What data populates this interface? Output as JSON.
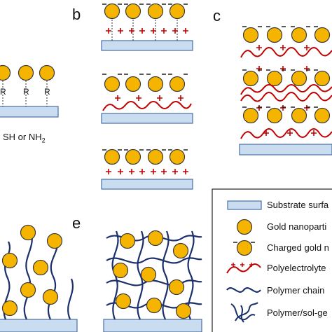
{
  "panels": {
    "b": "b",
    "c": "c",
    "e": "e"
  },
  "panel_a": {
    "r_label": "R",
    "caption_prefix": "SH or NH",
    "caption_sub": "2"
  },
  "legend": {
    "items": [
      {
        "label": "Substrate surfa",
        "icon": "substrate-icon"
      },
      {
        "label": "Gold nanoparti",
        "icon": "gold-nanoparticle-icon"
      },
      {
        "label": "Charged gold n",
        "icon": "charged-gold-nanoparticle-icon"
      },
      {
        "label": "Polyelectrolyte",
        "icon": "polyelectrolyte-icon"
      },
      {
        "label": "Polymer chain",
        "icon": "polymer-chain-icon"
      },
      {
        "label": "Polymer/sol-ge",
        "icon": "polymer-network-icon"
      }
    ]
  },
  "colors": {
    "gold_fill": "#f5b400",
    "gold_stroke": "#3a3a3a",
    "substrate_fill": "#c9dcf0",
    "substrate_stroke": "#4a6fa5",
    "polyelectrolyte": "#c00000",
    "polymer_chain": "#1a2f6b",
    "frame": "#222222"
  }
}
